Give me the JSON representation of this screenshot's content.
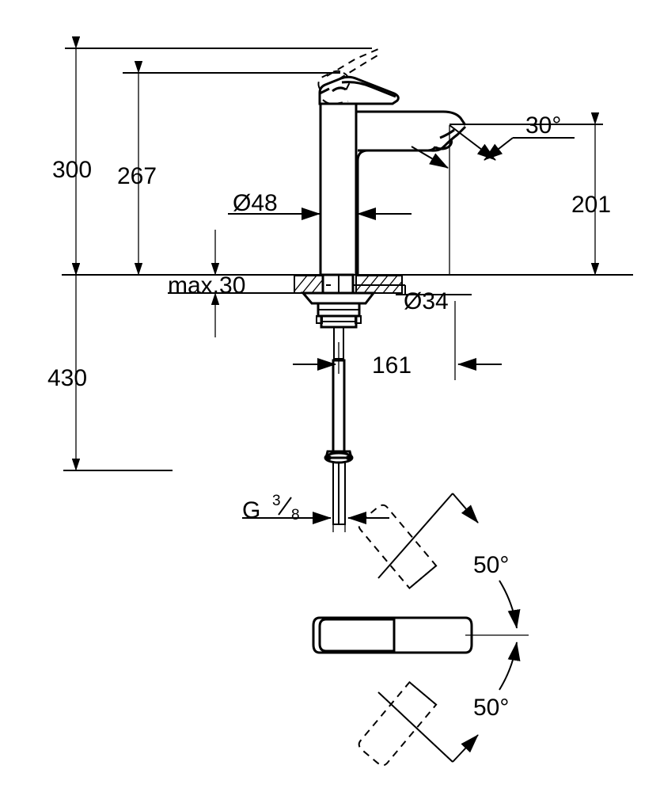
{
  "drawing": {
    "type": "technical-dimension-drawing",
    "subject": "single-lever basin mixer tap",
    "units": "mm",
    "background_color": "#ffffff",
    "line_color": "#000000"
  },
  "dimensions": {
    "overall_height_above_counter": "300",
    "spout_body_height": "267",
    "below_counter_length": "430",
    "spout_outlet_height": "201",
    "body_diameter": "Ø48",
    "mounting_shank_diameter": "Ø34",
    "max_counter_thickness": "max.30",
    "spout_reach": "161",
    "thread_label": "G",
    "thread_numerator": "3",
    "thread_denominator": "8",
    "outlet_angle": "30°",
    "swivel_left": "50°",
    "swivel_right": "50°"
  },
  "labels": [
    {
      "name": "height-300",
      "text": "300"
    },
    {
      "name": "height-267",
      "text": "267"
    },
    {
      "name": "length-430",
      "text": "430"
    },
    {
      "name": "height-201",
      "text": "201"
    },
    {
      "name": "diameter-48",
      "text": "Ø48"
    },
    {
      "name": "diameter-34",
      "text": "Ø34"
    },
    {
      "name": "max-counter-30",
      "text": "max.30"
    },
    {
      "name": "reach-161",
      "text": "161"
    },
    {
      "name": "thread-g38",
      "text": "G"
    },
    {
      "name": "angle-30",
      "text": "30°"
    },
    {
      "name": "swivel-upper-50",
      "text": "50°"
    },
    {
      "name": "swivel-lower-50",
      "text": "50°"
    }
  ],
  "views": {
    "elevation": {
      "name": "side-elevation-view"
    },
    "plan": {
      "name": "top-plan-swivel-view"
    }
  }
}
